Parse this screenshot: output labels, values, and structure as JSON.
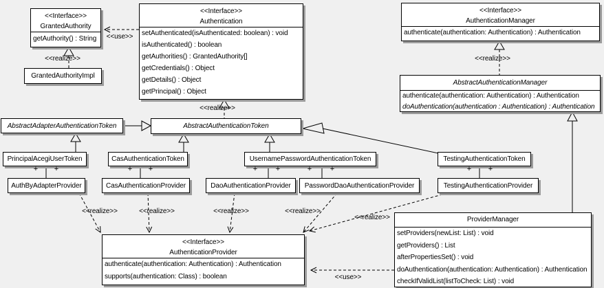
{
  "diagram": {
    "background_color": "#f0f0f0",
    "box_fill": "#ffffff",
    "line_color": "#000000",
    "shadow_color": "#9c9c9c"
  },
  "labels": {
    "use": "<<use>>",
    "realize": "<<realize>>",
    "plus": "+"
  },
  "classes": {
    "granted_authority": {
      "stereotype": "<<Interface>>",
      "name": "GrantedAuthority",
      "methods": [
        "getAuthority() : String"
      ]
    },
    "granted_authority_impl": {
      "name": "GrantedAuthorityImpl",
      "methods": []
    },
    "authentication": {
      "stereotype": "<<Interface>>",
      "name": "Authentication",
      "methods": [
        "setAuthenticated(isAuthenticated: boolean) : void",
        "isAuthenticated() : boolean",
        "getAuthorities() : GrantedAuthority[]",
        "getCredentials() : Object",
        "getDetails() : Object",
        "getPrincipal() : Object"
      ]
    },
    "authentication_manager": {
      "stereotype": "<<Interface>>",
      "name": "AuthenticationManager",
      "methods": [
        "authenticate(authentication: Authentication) : Authentication"
      ]
    },
    "abstract_authentication_manager": {
      "name": "AbstractAuthenticationManager",
      "italic": true,
      "methods": [
        {
          "text": "authenticate(authentication: Authentication) : Authentication"
        },
        {
          "text": "doAuthentication(authentication : Authentication) : Authentication",
          "italic": true
        }
      ]
    },
    "abstract_adapter_authentication_token": {
      "name": "AbstractAdapterAuthenticationToken",
      "italic": true,
      "methods": []
    },
    "abstract_authentication_token": {
      "name": "AbstractAuthenticationToken",
      "italic": true,
      "methods": []
    },
    "principal_acegi_user_token": {
      "name": "PrincipalAcegiUserToken",
      "methods": []
    },
    "cas_authentication_token": {
      "name": "CasAuthenticationToken",
      "methods": []
    },
    "username_password_authentication_token": {
      "name": "UsernamePasswordAuthenticationToken",
      "methods": []
    },
    "testing_authentication_token": {
      "name": "TestingAuthenticationToken",
      "methods": []
    },
    "auth_by_adapter_provider": {
      "name": "AuthByAdapterProvider",
      "methods": []
    },
    "cas_authentication_provider": {
      "name": "CasAuthenticationProvider",
      "methods": []
    },
    "dao_authentication_provider": {
      "name": "DaoAuthenticationProvider",
      "methods": []
    },
    "password_dao_authentication_provider": {
      "name": "PasswordDaoAuthenticationProvider",
      "methods": []
    },
    "testing_authentication_provider": {
      "name": "TestingAuthenticationProvider",
      "methods": []
    },
    "authentication_provider": {
      "stereotype": "<<Interface>>",
      "name": "AuthenticationProvider",
      "methods": [
        "authenticate(authentication: Authentication) : Authentication",
        "supports(authentication: Class) : boolean"
      ]
    },
    "provider_manager": {
      "name": "ProviderManager",
      "methods": [
        "setProviders(newList: List) : void",
        "getProviders() : List",
        "afterPropertiesSet() : void",
        "doAuthentication(authentication: Authentication) : Authentication",
        "checkIfValidList(listToCheck: List) : void"
      ]
    }
  }
}
